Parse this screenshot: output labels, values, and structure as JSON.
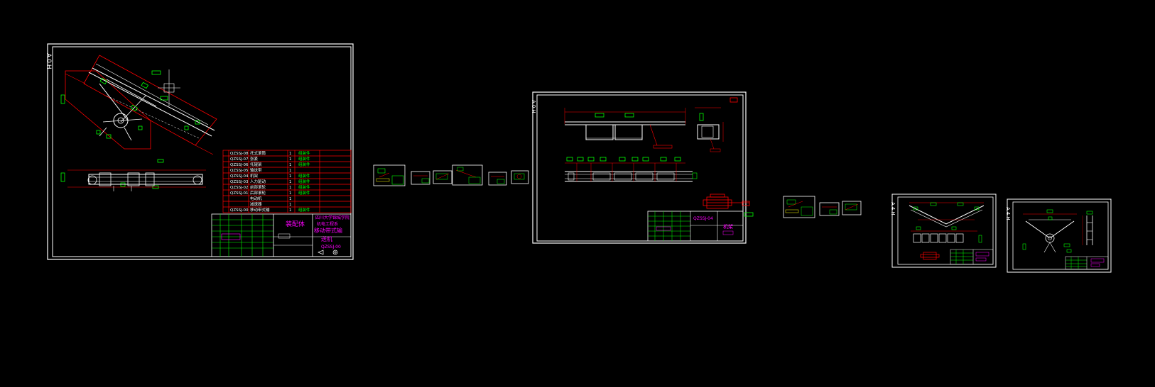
{
  "colors": {
    "background": "#000000",
    "frame": "#ffffff",
    "accent_red": "#ff0000",
    "accent_green": "#00ff00",
    "accent_magenta": "#ff00ff"
  },
  "sheets": {
    "main": {
      "sheet_label": "A0H",
      "title_drawing_name": "装配体",
      "title_line1": "四川大学锦城学院",
      "title_line2": "机电工程系",
      "title_line3": "移动带式输",
      "title_line4": "送机",
      "title_code": "QZSSJ-00",
      "bom_rows": [
        {
          "code": "QZSSJ-08",
          "name": "托式滚筒",
          "qty": "1",
          "note": "组装件"
        },
        {
          "code": "QZSSJ-07",
          "name": "张紧",
          "qty": "1",
          "note": "组装件"
        },
        {
          "code": "QZSSJ-06",
          "name": "托辊架",
          "qty": "1",
          "note": "组装件"
        },
        {
          "code": "QZSSJ-05",
          "name": "输送带",
          "qty": "1",
          "note": ""
        },
        {
          "code": "QZSSJ-04",
          "name": "机架",
          "qty": "1",
          "note": "组装件"
        },
        {
          "code": "QZSSJ-03",
          "name": "人力驱动",
          "qty": "1",
          "note": "组装件"
        },
        {
          "code": "QZSSJ-02",
          "name": "前部滚轮",
          "qty": "1",
          "note": "组装件"
        },
        {
          "code": "QZSSJ-01",
          "name": "后部滚轮",
          "qty": "1",
          "note": "组装件"
        },
        {
          "code": "",
          "name": "电动机",
          "qty": "1",
          "note": ""
        },
        {
          "code": "",
          "name": "减速器",
          "qty": "1",
          "note": ""
        },
        {
          "code": "QZSSJ-00",
          "name": "移动带式输",
          "qty": "1",
          "note": "组装件"
        }
      ]
    },
    "frame_sheet": {
      "sheet_label": "A0H",
      "title_drawing_name": "机架",
      "title_code": "QZSSJ-04"
    },
    "sheet_a4_1": {
      "sheet_label": "A4H"
    },
    "sheet_a4_2": {
      "sheet_label": "A4H"
    }
  }
}
